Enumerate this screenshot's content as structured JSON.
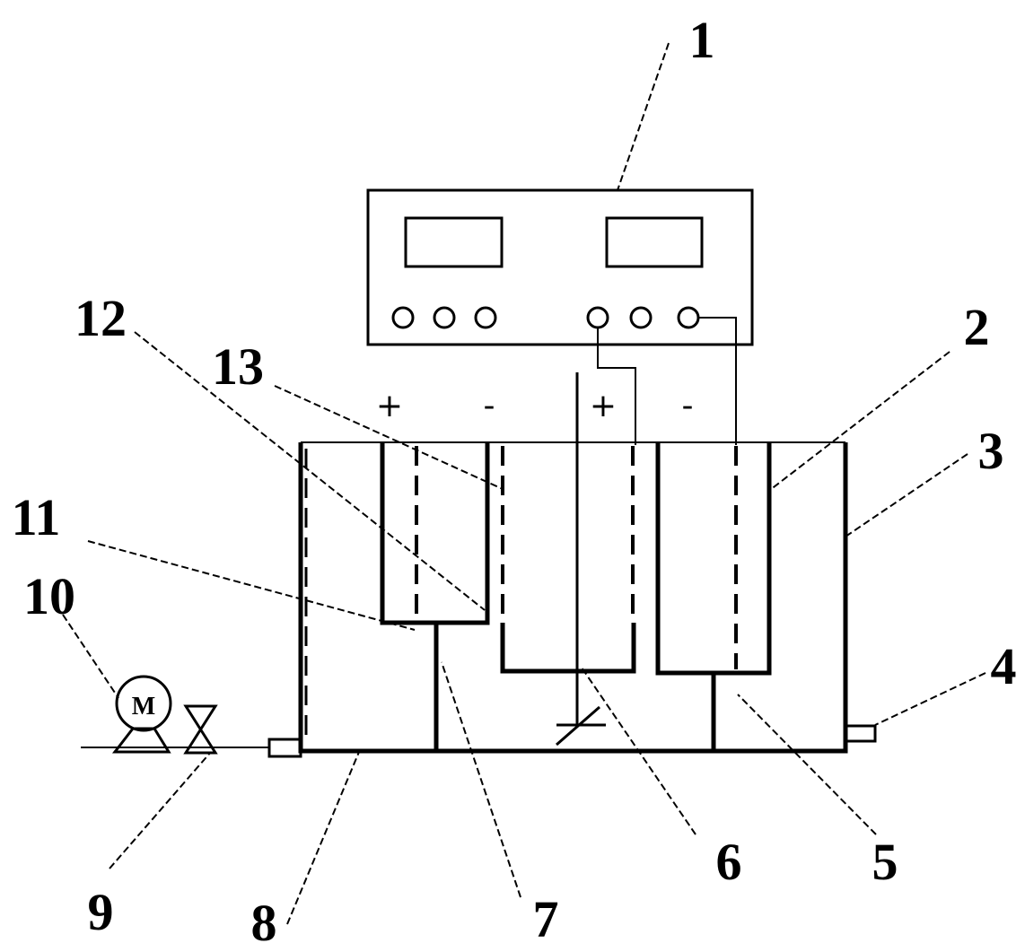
{
  "labels": {
    "l1": "1",
    "l2": "2",
    "l3": "3",
    "l4": "4",
    "l5": "5",
    "l6": "6",
    "l7": "7",
    "l8": "8",
    "l9": "9",
    "l10": "10",
    "l11": "11",
    "l12": "12",
    "l13": "13"
  },
  "signs": {
    "cell1_left": "+",
    "cell1_right": "-",
    "cell2_left": "+",
    "cell2_right": "-"
  },
  "motor": "M"
}
